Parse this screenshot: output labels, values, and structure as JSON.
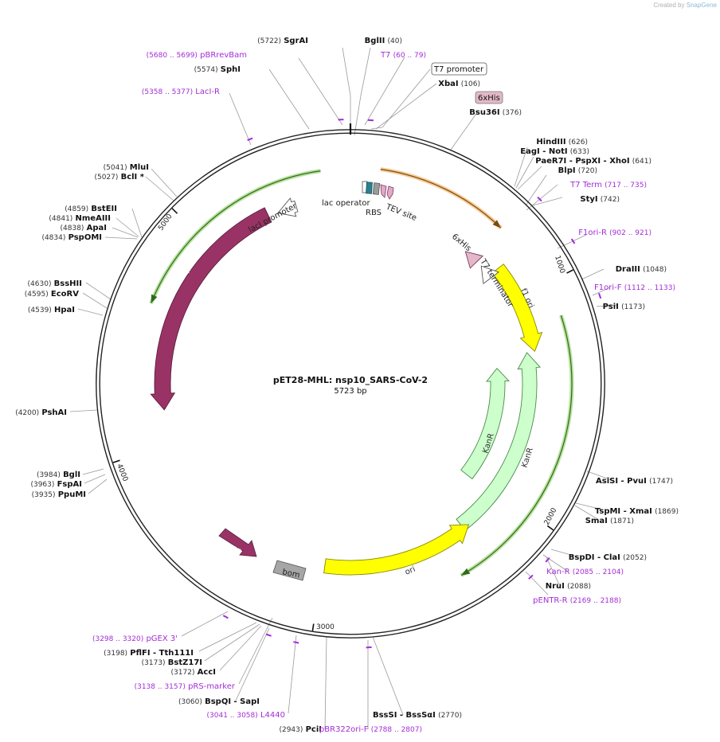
{
  "credit": {
    "prefix": "Created by",
    "brand": "SnapGene"
  },
  "plasmid": {
    "name": "pET28-MHL: nsp10_SARS-CoV-2",
    "size": "5723 bp",
    "length": 5723
  },
  "ticks": [
    "1000",
    "2000",
    "3000",
    "4000",
    "5000"
  ],
  "site_labels": [
    {
      "pos": "(5722)",
      "name": "SgrAI",
      "primer": false
    },
    {
      "pos": "(40)",
      "name": "BglII",
      "primer": false
    },
    {
      "pos": "(5680 .. 5699)",
      "name": "pBRrevBam",
      "primer": true
    },
    {
      "pos": "(60 .. 79)",
      "name": "T7",
      "primer": true
    },
    {
      "pos": "(5574)",
      "name": "SphI",
      "primer": false
    },
    {
      "pos": "(106)",
      "name": "XbaI",
      "primer": false
    },
    {
      "pos": "(5358 .. 5377)",
      "name": "LacI-R",
      "primer": true
    },
    {
      "pos": "(376)",
      "name": "Bsu36I",
      "primer": false
    },
    {
      "pos": "(626)",
      "name": "HindIII",
      "primer": false
    },
    {
      "pos": "(633)",
      "name": "EagI  - NotI",
      "primer": false
    },
    {
      "pos": "(641)",
      "name": "PaeR7I  - PspXI  - XhoI",
      "primer": false
    },
    {
      "pos": "(720)",
      "name": "BlpI",
      "primer": false
    },
    {
      "pos": "(717 .. 735)",
      "name": "T7 Term",
      "primer": true
    },
    {
      "pos": "(742)",
      "name": "StyI",
      "primer": false
    },
    {
      "pos": "(5041)",
      "name": "MluI",
      "primer": false
    },
    {
      "pos": "(5027)",
      "name": "BclI *",
      "primer": false
    },
    {
      "pos": "(4859)",
      "name": "BstEII",
      "primer": false
    },
    {
      "pos": "(4841)",
      "name": "NmeAIII",
      "primer": false
    },
    {
      "pos": "(4838)",
      "name": "ApaI",
      "primer": false
    },
    {
      "pos": "(4834)",
      "name": "PspOMI",
      "primer": false
    },
    {
      "pos": "(902 .. 921)",
      "name": "F1ori-R",
      "primer": true
    },
    {
      "pos": "(1048)",
      "name": "DraIII",
      "primer": false
    },
    {
      "pos": "(1112 .. 1133)",
      "name": "F1ori-F",
      "primer": true
    },
    {
      "pos": "(1173)",
      "name": "PsiI",
      "primer": false
    },
    {
      "pos": "(4630)",
      "name": "BssHII",
      "primer": false
    },
    {
      "pos": "(4595)",
      "name": "EcoRV",
      "primer": false
    },
    {
      "pos": "(4539)",
      "name": "HpaI",
      "primer": false
    },
    {
      "pos": "(4200)",
      "name": "PshAI",
      "primer": false
    },
    {
      "pos": "(1747)",
      "name": "AsiSI  - PvuI",
      "primer": false
    },
    {
      "pos": "(1869)",
      "name": "TspMI  - XmaI",
      "primer": false
    },
    {
      "pos": "(1871)",
      "name": "SmaI",
      "primer": false
    },
    {
      "pos": "(3984)",
      "name": "BglI",
      "primer": false
    },
    {
      "pos": "(3963)",
      "name": "FspAI",
      "primer": false
    },
    {
      "pos": "(3935)",
      "name": "PpuMI",
      "primer": false
    },
    {
      "pos": "(2052)",
      "name": "BspDI  - ClaI",
      "primer": false
    },
    {
      "pos": "(2085 .. 2104)",
      "name": "Kan-R",
      "primer": true
    },
    {
      "pos": "(2088)",
      "name": "NruI",
      "primer": false
    },
    {
      "pos": "(2169 .. 2188)",
      "name": "pENTR-R",
      "primer": true
    },
    {
      "pos": "(3298 .. 3320)",
      "name": "pGEX 3'",
      "primer": true
    },
    {
      "pos": "(3198)",
      "name": "PflFI  - Tth111I",
      "primer": false
    },
    {
      "pos": "(3173)",
      "name": "BstZ17I",
      "primer": false
    },
    {
      "pos": "(3172)",
      "name": "AccI",
      "primer": false
    },
    {
      "pos": "(3138 .. 3157)",
      "name": "pRS-marker",
      "primer": true
    },
    {
      "pos": "(3060)",
      "name": "BspQI  - SapI",
      "primer": false
    },
    {
      "pos": "(3041 .. 3058)",
      "name": "L4440",
      "primer": true
    },
    {
      "pos": "(2943)",
      "name": "PciI",
      "primer": false
    },
    {
      "pos": "(2770)",
      "name": "BssSI  - BssSαI",
      "primer": false
    },
    {
      "pos": "(2788 .. 2807)",
      "name": "pBR322ori-F",
      "primer": true
    }
  ],
  "boxed_labels": {
    "t7_promoter": "T7 promoter",
    "his_tag": "6xHis"
  },
  "features": {
    "lac_operator": "lac operator",
    "rbs": "RBS",
    "tev_site": "TEV site",
    "lacI_promoter": "lacI promoter",
    "lacI": "lacI",
    "his_inner": "6xHis",
    "t7_terminator": "T7 terminator",
    "f1_ori": "f1 ori",
    "kanr_outer": "KanR",
    "kanr_inner": "KanR",
    "ori": "ori",
    "rop": "rop",
    "bom": "bom"
  },
  "colors": {
    "backbone": "#222222",
    "primer": "#a42cd6",
    "lacI": "#993366",
    "green_outline": "#7ec850",
    "orange_outline": "#f0a040",
    "f1ori": "#ffff00",
    "kanr": "#ccffcc",
    "rop": "#993366",
    "bom": "#a6a6a6",
    "tag_box": "#e4b8c8",
    "lac_operator": "#2d7f8f",
    "tev": "#e4a8c8"
  }
}
